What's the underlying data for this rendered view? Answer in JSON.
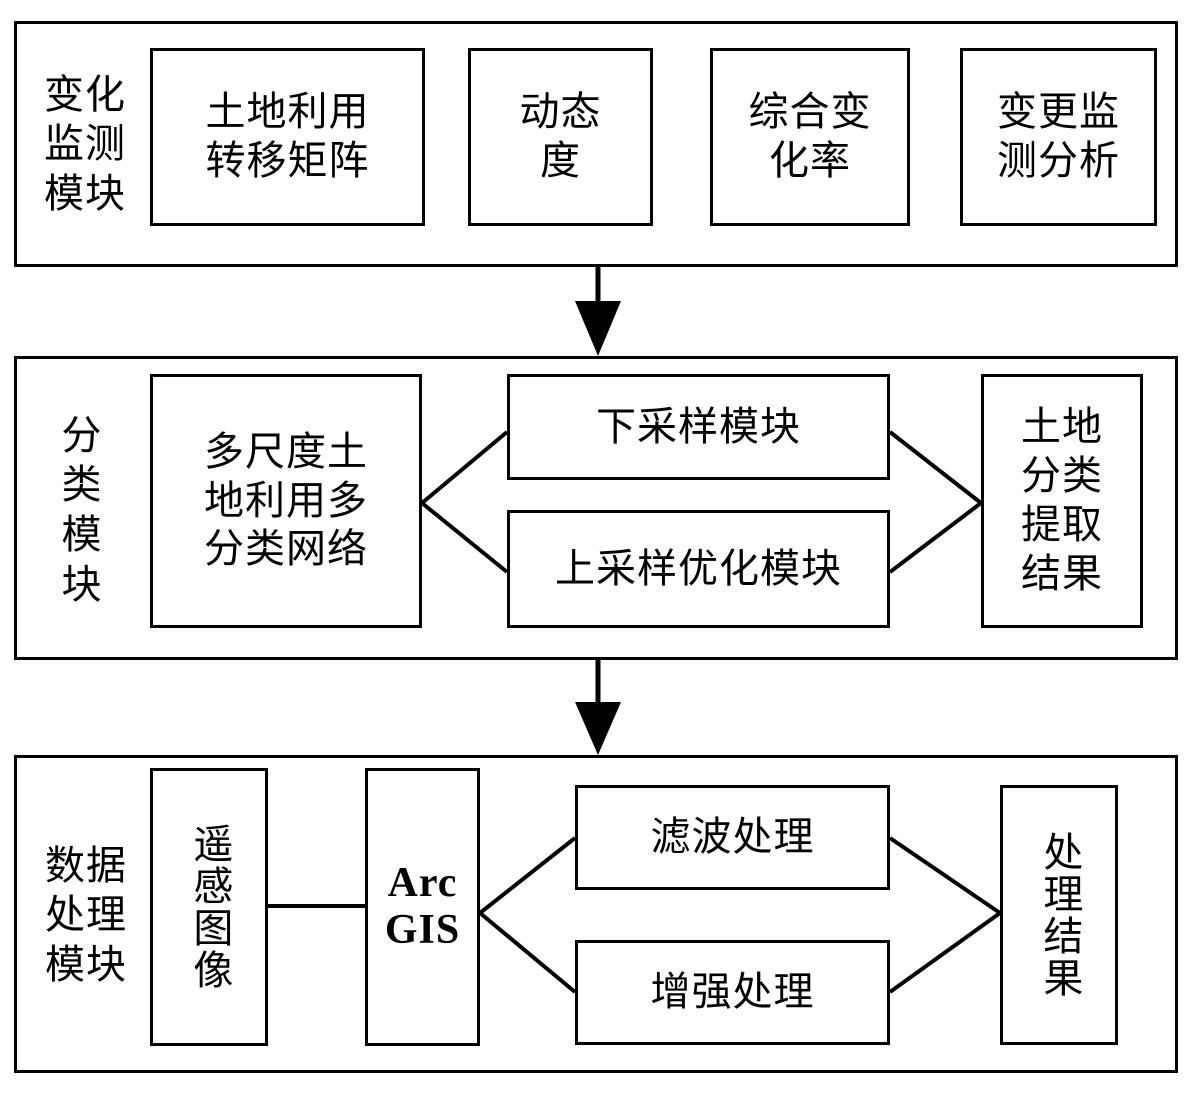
{
  "diagram": {
    "title": "Land use change monitoring system architecture",
    "stroke_color": "#000000",
    "background_color": "#ffffff",
    "sections": [
      {
        "id": "change-monitoring",
        "label": "变化\n监测\n模块",
        "boxes": [
          {
            "id": "transfer-matrix",
            "label": "土地利用\n转移矩阵"
          },
          {
            "id": "dynamic-degree",
            "label": "动态\n度"
          },
          {
            "id": "comprehensive-change-rate",
            "label": "综合变\n化率"
          },
          {
            "id": "change-monitoring-analysis",
            "label": "变更监\n测分析"
          }
        ]
      },
      {
        "id": "classification",
        "label": "分\n类\n模\n块",
        "boxes": [
          {
            "id": "multiscale-network",
            "label": "多尺度土\n地利用多\n分类网络"
          },
          {
            "id": "downsampling-module",
            "label": "下采样模块"
          },
          {
            "id": "upsampling-optimization-module",
            "label": "上采样优化模块"
          },
          {
            "id": "land-classification-result",
            "label": "土地\n分类\n提取\n结果"
          }
        ]
      },
      {
        "id": "data-processing",
        "label": "数据\n处理\n模块",
        "boxes": [
          {
            "id": "remote-sensing-image",
            "label": "遥感图像"
          },
          {
            "id": "arcgis",
            "label": "Arc\nGIS"
          },
          {
            "id": "filter-processing",
            "label": "滤波处理"
          },
          {
            "id": "enhancement-processing",
            "label": "增强处理"
          },
          {
            "id": "processing-result",
            "label": "处理结果"
          }
        ]
      }
    ],
    "arrows": [
      {
        "id": "arrow-monitoring-to-classification",
        "direction": "down"
      },
      {
        "id": "arrow-classification-to-data",
        "direction": "down"
      }
    ]
  }
}
